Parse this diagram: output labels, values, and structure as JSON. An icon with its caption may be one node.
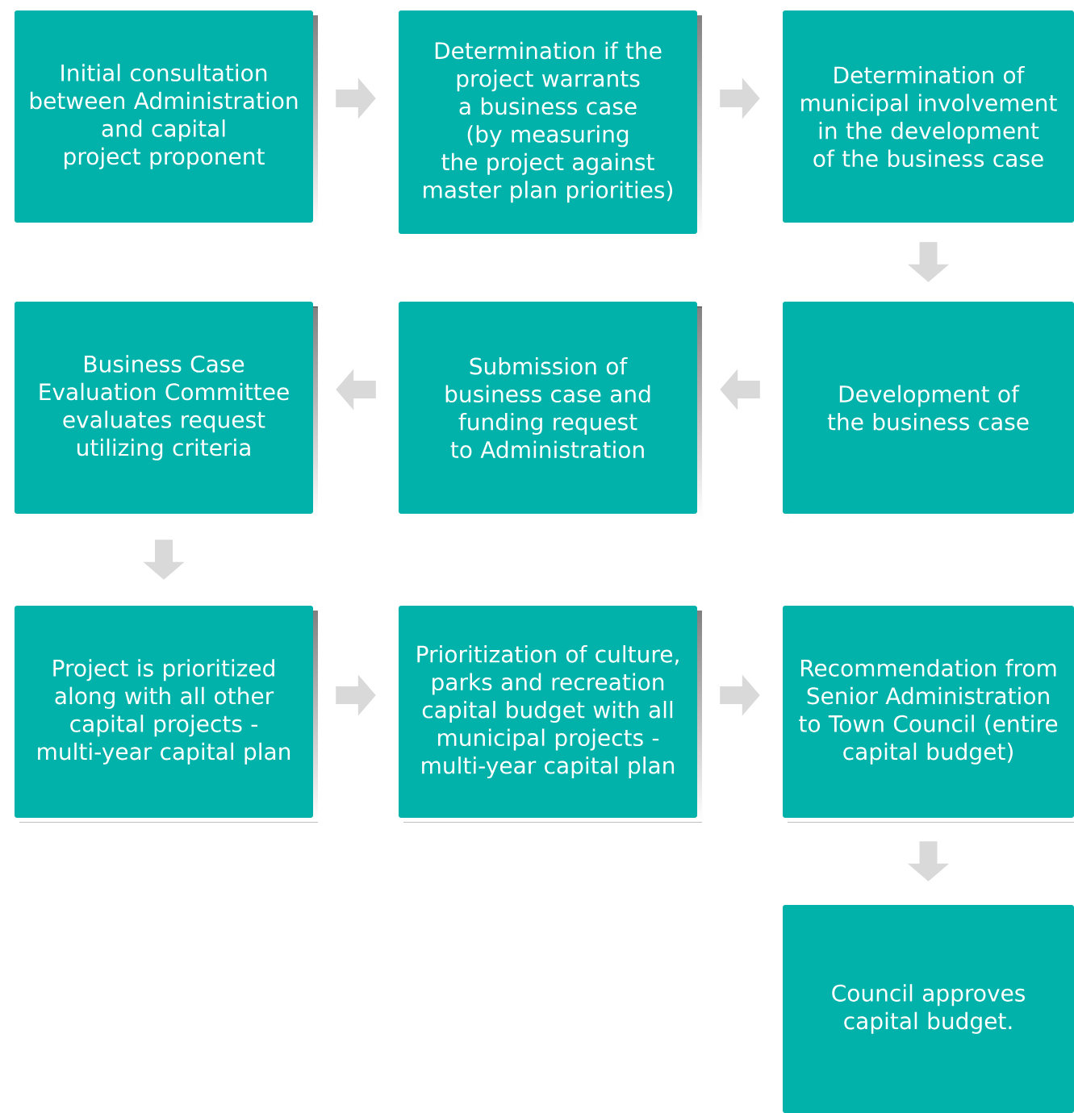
{
  "diagram": {
    "nodes": [
      {
        "text": [
          "Initial consultation between Administration and capital project proponent"
        ]
      },
      {
        "text": [
          "Determination if the project warrants a business case (by measuring the project against master plan priorities)"
        ]
      },
      {
        "text": [
          "Determination of municipal involvement in the development of the business case"
        ]
      },
      {
        "text": [
          "Business Case Evaluation Committee evaluates request utilizing criteria"
        ]
      },
      {
        "text": [
          "Submission of business case and funding request to Administration"
        ]
      },
      {
        "text": [
          "Development of the business case"
        ]
      },
      {
        "text": [
          "Project is prioritized along with all other capital projects - multi-year capital plan"
        ]
      },
      {
        "text": [
          "Prioritization of culture, parks and recreation capital budget with all municipal projects - multi-year capital plan"
        ]
      },
      {
        "text": [
          "Recommendation from Senior Administration to Town Council (entire capital budget)"
        ]
      },
      {
        "text": [
          "Council approves capital budget."
        ]
      }
    ],
    "edges": [
      {
        "from": 0,
        "to": 1,
        "arrow": "to"
      },
      {
        "from": 1,
        "to": 2,
        "arrow": "to"
      },
      {
        "from": 2,
        "to": 5,
        "arrow": "to"
      },
      {
        "from": 5,
        "to": 4,
        "arrow": "to"
      },
      {
        "from": 4,
        "to": 3,
        "arrow": "to"
      },
      {
        "from": 3,
        "to": 6,
        "arrow": "to"
      },
      {
        "from": 6,
        "to": 7,
        "arrow": "to"
      },
      {
        "from": 7,
        "to": 8,
        "arrow": "to"
      },
      {
        "from": 8,
        "to": 9,
        "arrow": "to"
      }
    ]
  }
}
